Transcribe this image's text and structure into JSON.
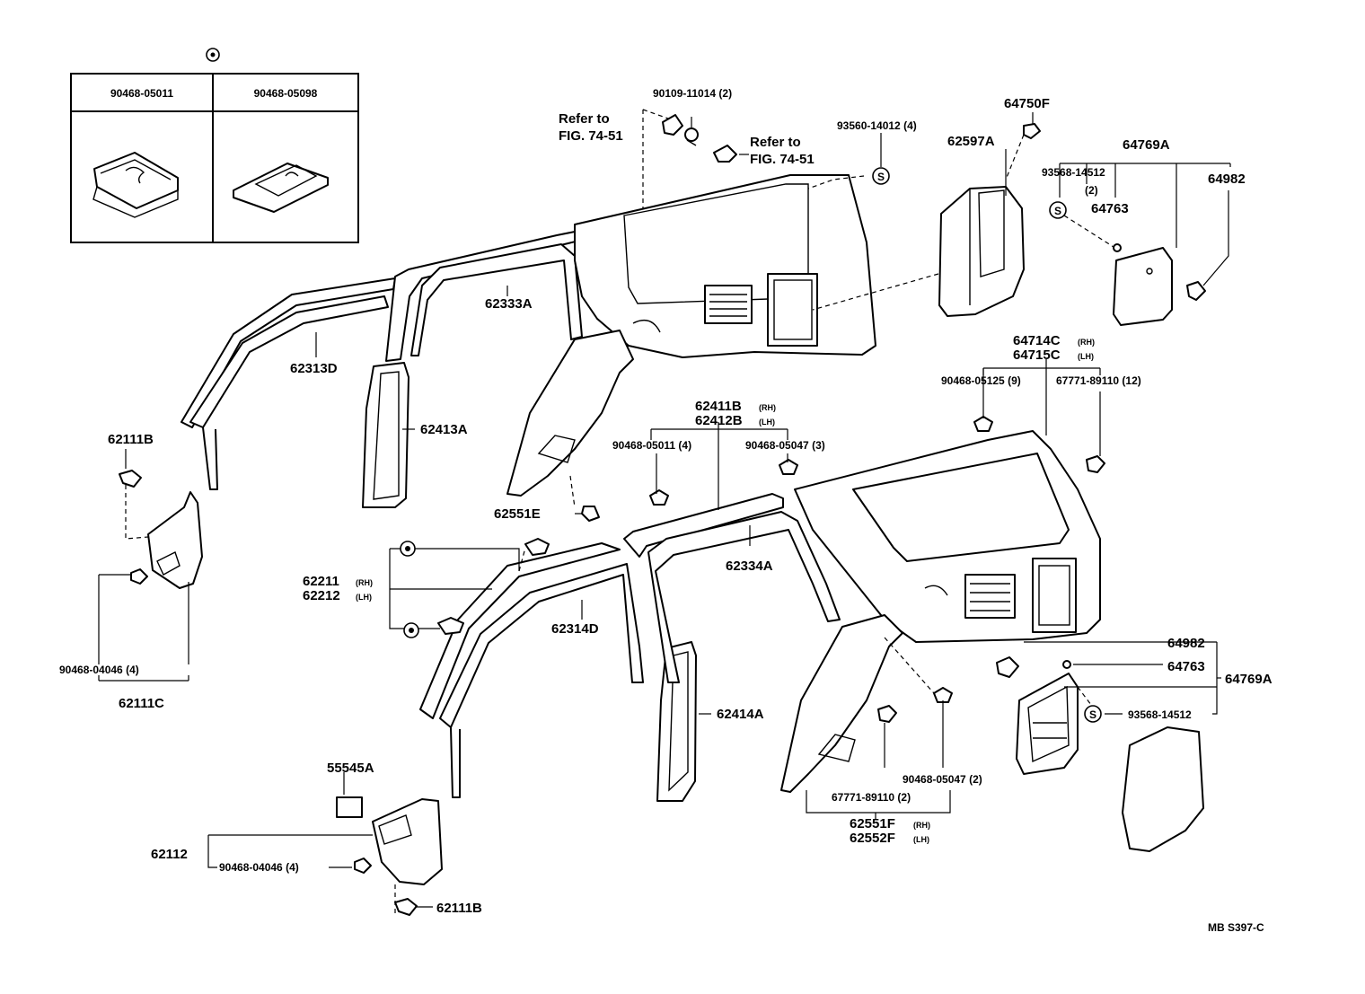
{
  "inset": {
    "col1": "90468-05011",
    "col2": "90468-05098"
  },
  "labels": {
    "refer1a": "Refer to",
    "refer1b": "FIG. 74-51",
    "refer2a": "Refer to",
    "refer2b": "FIG. 74-51",
    "p90109": "90109-11014 (2)",
    "p93560": "93560-14012 (4)",
    "p64750F": "64750F",
    "p62597A": "62597A",
    "p64769A_top": "64769A",
    "p93568_top": "93568-14512",
    "p93568_top_qty": "(2)",
    "p64763_top": "64763",
    "p64982_top": "64982",
    "p62333A": "62333A",
    "p62313D": "62313D",
    "p62413A": "62413A",
    "p62111B_top": "62111B",
    "p62551E": "62551E",
    "p64714C": "64714C",
    "p64714C_sfx": "(RH)",
    "p64715C": "64715C",
    "p64715C_sfx": "(LH)",
    "p90468_05125": "90468-05125 (9)",
    "p67771_top": "67771-89110 (12)",
    "p62411B": "62411B",
    "p62411B_sfx": "(RH)",
    "p62412B": "62412B",
    "p62412B_sfx": "(LH)",
    "p90468_05011": "90468-05011 (4)",
    "p90468_05047_top": "90468-05047 (3)",
    "p62211": "62211",
    "p62211_sfx": "(RH)",
    "p62212": "62212",
    "p62212_sfx": "(LH)",
    "p62334A": "62334A",
    "p62314D": "62314D",
    "p90468_04046_top": "90468-04046 (4)",
    "p62111C": "62111C",
    "p62414A": "62414A",
    "p64982_bot": "64982",
    "p64763_bot": "64763",
    "p64769A_bot": "64769A",
    "p93568_bot": "93568-14512",
    "p55545A": "55545A",
    "p62112": "62112",
    "p90468_04046_bot": "90468-04046 (4)",
    "p62111B_bot": "62111B",
    "p90468_05047_bot": "90468-05047 (2)",
    "p67771_bot": "67771-89110 (2)",
    "p62551F": "62551F",
    "p62551F_sfx": "(RH)",
    "p62552F": "62552F",
    "p62552F_sfx": "(LH)",
    "code": "MB  S397-C"
  },
  "symbols": {
    "s_mark": "S"
  }
}
